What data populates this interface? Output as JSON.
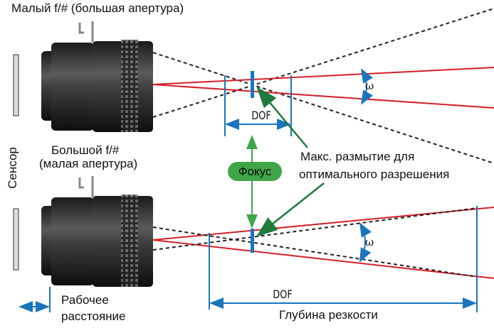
{
  "labels": {
    "small_fnum": "Малый f/# (большая апертура)",
    "large_fnum_1": "Большой f/#",
    "large_fnum_2": "(малая апертура)",
    "sensor": "Сенсор",
    "dof_top": "DOF",
    "dof_bottom": "DOF",
    "omega_top": "ω",
    "omega_bottom": "ω",
    "focus": "Фокус",
    "max_blur_1": "Макс. размытие для",
    "max_blur_2": "оптимального разрешения",
    "working_distance_1": "Рабочее",
    "working_distance_2": "расстояние",
    "depth_of_field": "Глубина резкости"
  },
  "colors": {
    "ray": "#d42027",
    "dimension": "#1a75bc",
    "focus": "#3fa648",
    "pointer": "#1e7a3c"
  }
}
